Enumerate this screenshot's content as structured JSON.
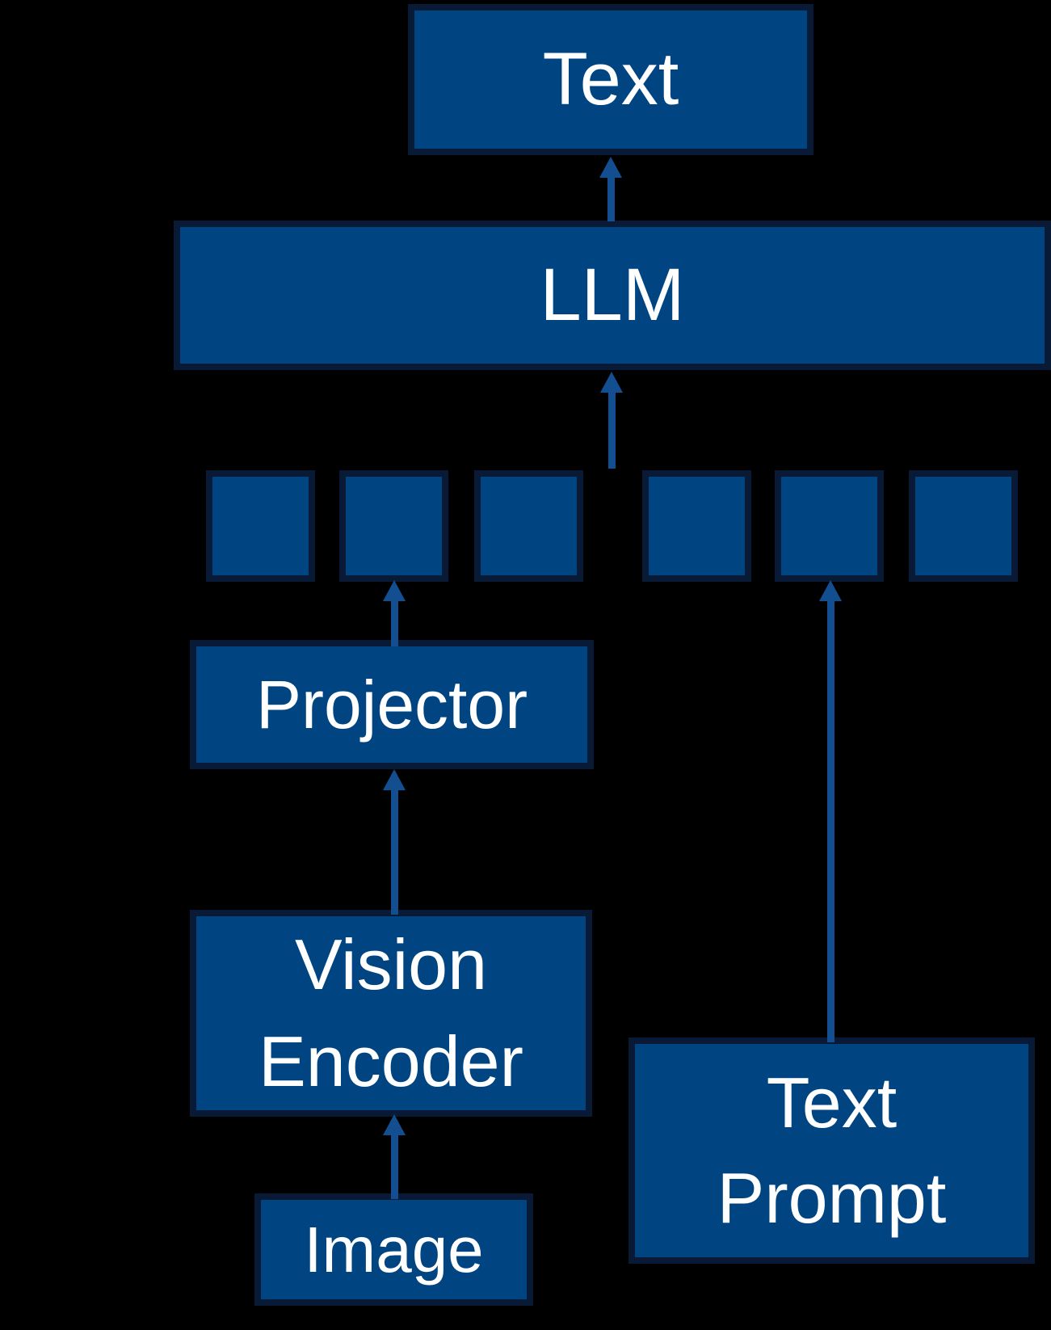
{
  "colors": {
    "background": "#000000",
    "box_fill": "#004481",
    "box_border": "#091a36",
    "arrow": "#134f90",
    "label_text": "#ffffff"
  },
  "nodes": {
    "text_output": {
      "label": "Text"
    },
    "llm": {
      "label": "LLM"
    },
    "tokens": {
      "count": 6
    },
    "projector": {
      "label": "Projector"
    },
    "vision_encoder": {
      "lines": [
        "Vision",
        "Encoder"
      ]
    },
    "image": {
      "label": "Image"
    },
    "text_prompt": {
      "lines": [
        "Text",
        "Prompt"
      ]
    }
  },
  "edges": [
    {
      "from": "llm",
      "to": "text_output",
      "direction": "up"
    },
    {
      "from": "tokens",
      "to": "llm",
      "direction": "up"
    },
    {
      "from": "projector",
      "to": "token_2",
      "direction": "up"
    },
    {
      "from": "vision_encoder",
      "to": "projector",
      "direction": "up"
    },
    {
      "from": "image",
      "to": "vision_encoder",
      "direction": "up"
    },
    {
      "from": "text_prompt",
      "to": "token_5",
      "direction": "up"
    }
  ]
}
